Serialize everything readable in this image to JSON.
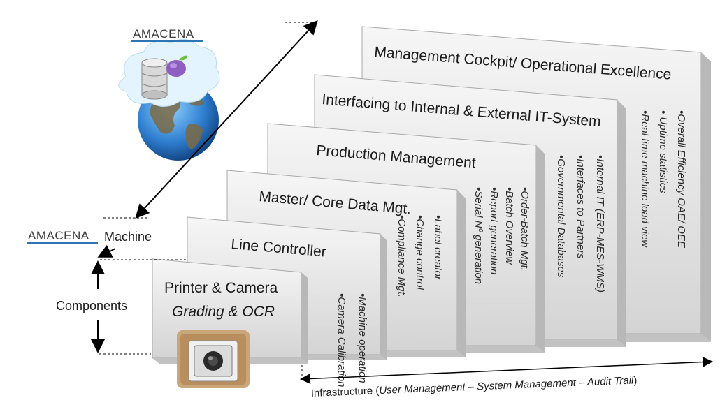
{
  "brand": {
    "name": "AMACENA",
    "name2": "AMACENA"
  },
  "labels": {
    "machine": "Machine",
    "components": "Components"
  },
  "infrastructure": {
    "prefix": "Infrastructure (",
    "italic": "User Management – System Management – Audit Trail",
    "suffix": ")"
  },
  "layers": [
    {
      "title": "Management Cockpit/ Operational Excellence",
      "bullets": [
        "•Overall Efficiency OAE/ OEE",
        "• Uptime statistics",
        "•Real time machine load view"
      ]
    },
    {
      "title": "Interfacing to Internal & External IT-System",
      "bullets": [
        "•Internal IT (ERP-MES-WMS)",
        "•Interfaces to Partners",
        "•Governmental Databases"
      ]
    },
    {
      "title": "Production Management",
      "bullets": [
        "•Order-Batch Mgt.",
        "•Batch Overview",
        "•Report generation",
        "•Serial Nº generation"
      ]
    },
    {
      "title": "Master/ Core Data Mgt.",
      "bullets": [
        "•Label creator",
        "•Change control",
        "•Compliance Mgt."
      ]
    },
    {
      "title": "Line Controller",
      "bullets": [
        "•Machine operation",
        "•Camera Calibration"
      ]
    },
    {
      "title": "Printer & Camera",
      "subtitle": "Grading & OCR",
      "bullets": []
    }
  ],
  "colors": {
    "face": "#ececec",
    "side": "#d9d9d9",
    "edge": "#9a9a9a",
    "accent": "#2e75b6"
  }
}
